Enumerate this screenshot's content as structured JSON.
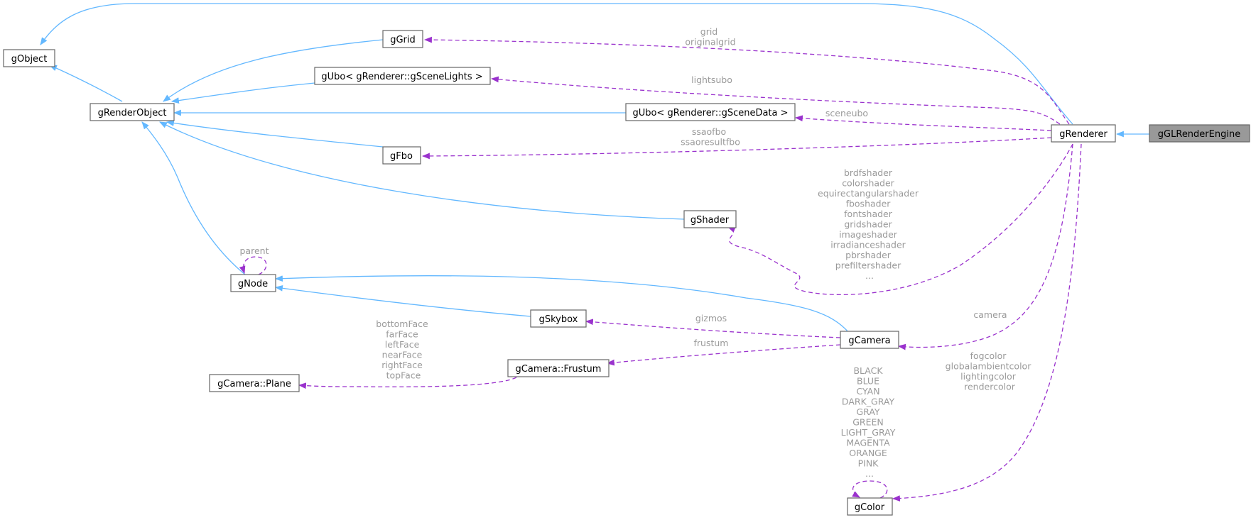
{
  "colors": {
    "inheritance_edge": "#63b8ff",
    "usage_edge": "#9a32cd",
    "edge_label": "#9a9a9a",
    "node_border": "#666666",
    "highlight_fill": "#999999"
  },
  "nodes": {
    "gobject": "gObject",
    "grenderobject": "gRenderObject",
    "ggrid": "gGrid",
    "gubo_lights": "gUbo< gRenderer::gSceneLights >",
    "gubo_scene": "gUbo< gRenderer::gSceneData >",
    "gfbo": "gFbo",
    "gshader": "gShader",
    "gnode": "gNode",
    "gskybox": "gSkybox",
    "gcamera": "gCamera",
    "gcamera_frustum": "gCamera::Frustum",
    "gcamera_plane": "gCamera::Plane",
    "gcolor": "gColor",
    "grenderer": "gRenderer",
    "glrenderengine": "gGLRenderEngine"
  },
  "edge_labels": {
    "grid": [
      "grid",
      "originalgrid"
    ],
    "lights": [
      "lightsubo"
    ],
    "scene": [
      "sceneubo"
    ],
    "fbo": [
      "ssaofbo",
      "ssaoresultfbo"
    ],
    "shader": [
      "brdfshader",
      "colorshader",
      "equirectangularshader",
      "fboshader",
      "fontshader",
      "gridshader",
      "imageshader",
      "irradianceshader",
      "pbrshader",
      "prefiltershader",
      "..."
    ],
    "parent": [
      "parent"
    ],
    "gizmos": [
      "gizmos"
    ],
    "frustum": [
      "frustum"
    ],
    "planes": [
      "bottomFace",
      "farFace",
      "leftFace",
      "nearFace",
      "rightFace",
      "topFace"
    ],
    "camera": [
      "camera"
    ],
    "renderer_colors": [
      "fogcolor",
      "globalambientcolor",
      "lightingcolor",
      "rendercolor"
    ],
    "color_consts": [
      "BLACK",
      "BLUE",
      "CYAN",
      "DARK_GRAY",
      "GRAY",
      "GREEN",
      "LIGHT_GRAY",
      "MAGENTA",
      "ORANGE",
      "PINK",
      "..."
    ]
  }
}
